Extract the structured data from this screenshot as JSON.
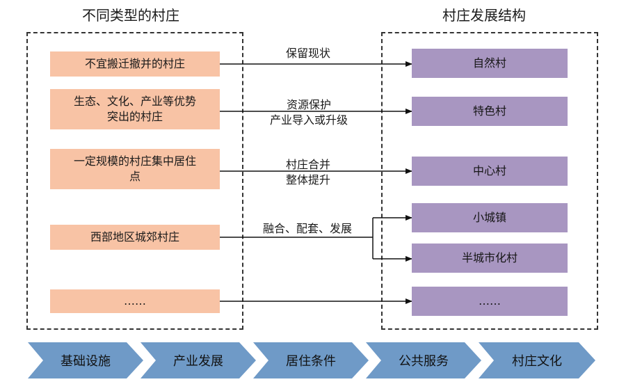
{
  "headings": {
    "left": "不同类型的村庄",
    "right": "村庄发展结构"
  },
  "village_types": [
    "不宜搬迁撤并的村庄",
    "生态、文化、产业等优势\n突出的村庄",
    "一定规模的村庄集中居住\n点",
    "西部地区城郊村庄",
    "……"
  ],
  "strategies": [
    "保留现状",
    "资源保护\n产业导入或升级",
    "村庄合并\n整体提升",
    "融合、配套、发展"
  ],
  "structures": [
    "自然村",
    "特色村",
    "中心村",
    "小城镇",
    "半城市化村",
    "……"
  ],
  "foundations": [
    "基础设施",
    "产业发展",
    "居住条件",
    "公共服务",
    "村庄文化"
  ],
  "colors": {
    "source_box": "#f8c3a5",
    "target_box": "#a896c1",
    "chevron": "#6f9ac7",
    "line": "#111111"
  }
}
